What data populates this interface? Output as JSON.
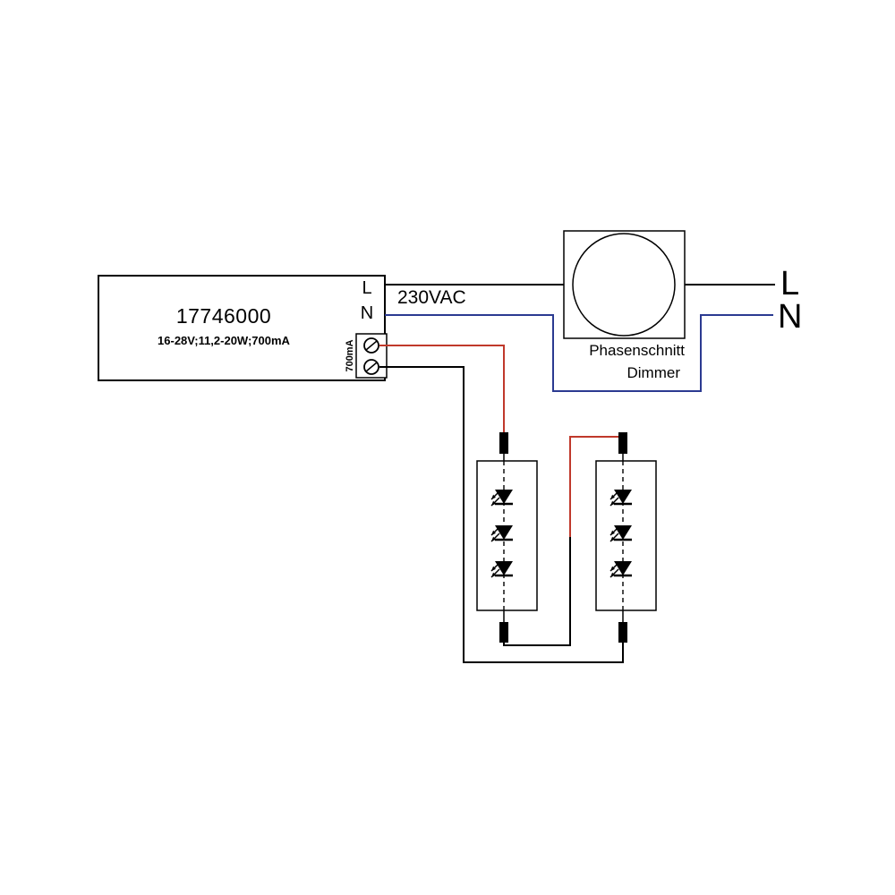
{
  "diagram": {
    "driver": {
      "part_number": "17746000",
      "specs": "16-28V;11,2-20W;700mA",
      "terminal_l_label": "L",
      "terminal_n_label": "N",
      "output_current_label": "700mA"
    },
    "mains": {
      "voltage_label": "230VAC",
      "line_label": "L",
      "neutral_label": "N"
    },
    "dimmer": {
      "name_line1": "Phasenschnitt",
      "name_line2": "Dimmer"
    },
    "colors": {
      "wire_black": "#000000",
      "wire_live_red": "#c0392b",
      "wire_neutral_blue": "#2b3a91"
    }
  }
}
